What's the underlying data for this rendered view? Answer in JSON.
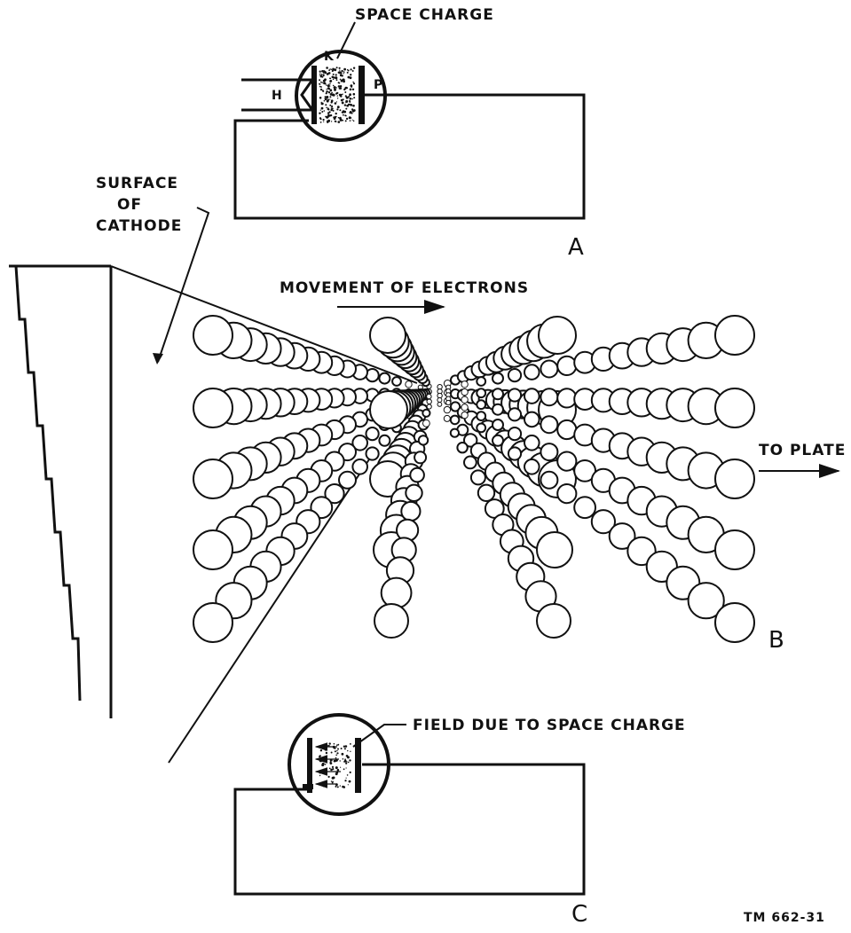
{
  "labels": {
    "space_charge": "SPACE CHARGE",
    "k": "K",
    "h": "H",
    "p": "P",
    "surface_line1": "SURFACE",
    "surface_line2": "OF",
    "surface_line3": "CATHODE",
    "panel_a": "A",
    "movement": "MOVEMENT OF ELECTRONS",
    "to_plate": "TO PLATE",
    "panel_b": "B",
    "field": "FIELD DUE TO SPACE CHARGE",
    "panel_c": "C",
    "figure_id": "TM 662-31"
  },
  "colors": {
    "ink": "#111111",
    "paper": "#ffffff"
  }
}
